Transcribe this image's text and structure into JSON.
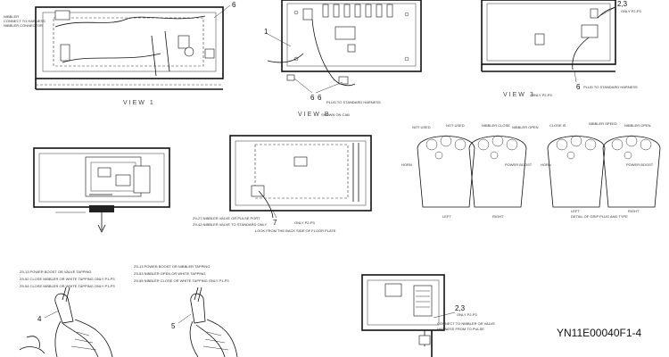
{
  "document_id": "YN11E00040F1-4",
  "views": {
    "top_left": {
      "title": "VIEW 1",
      "callouts": [
        "6"
      ],
      "notes": [
        "NIBBLER",
        "CONNECT TO HARNESS",
        "NIBBLER CONNECTOR"
      ]
    },
    "top_middle": {
      "title": "VIEW B",
      "callouts": [
        "1",
        "6",
        "6"
      ],
      "notes": [
        "PLUG TO STANDARD HARNESS",
        "SHOWN ON CAB"
      ]
    },
    "top_right": {
      "title": "VIEW 3",
      "callouts": [
        "2,3",
        "6"
      ],
      "notes": [
        "ONLY P2-P3",
        "ONLY P2-P3",
        "PLUG TO STANDARD HARNESS"
      ]
    },
    "middle_left": {
      "notes": [
        "Z9-27 NIBBLER VALVE OR PULSE PORT",
        "Z9-42 NIBBLER VALVE TO STANDARD ONLY"
      ]
    },
    "middle_center": {
      "callouts": [
        "7"
      ],
      "notes": [
        "ONLY P2-P3",
        "LOOK FROM THE BACK SIDE OF FLOOR PLATE"
      ]
    },
    "grips": {
      "labels": [
        "NOT USED",
        "NOT USED",
        "NIBBLER CLOSE",
        "NIBBLER OPEN",
        "HORN",
        "POWER BOOST",
        "LEFT",
        "RIGHT",
        "CLOSE IS",
        "NIBBLER SPEED",
        "NIBBLER OPEN",
        "POWER BOOST",
        "HORN",
        "LEFT",
        "RIGHT"
      ],
      "caption": "DETAIL OF GRIP PLUG AND TYPE"
    },
    "bottom_left": {
      "callouts": [
        "4",
        "5"
      ],
      "notes_left": [
        "Z9-13 POWER BOOST OR VALVE TAPPING",
        "Z9-52 CLOSE NIBBLER OR WHITE TAPPING ONLY P1-P3",
        "Z9-54 CLOSE NIBBLER OR WHITE TAPPING ONLY P1-P3"
      ],
      "notes_right": [
        "Z9-13 POWER BOOST OR NIBBLER TAPPING",
        "Z9-53 NIBBLER OPEN OR WHITE TAPPING",
        "Z9-55 NIBBLER CLOSE OR WHITE TAPPING ONLY P1-P3"
      ]
    },
    "bottom_center": {
      "callouts": [
        "2,3"
      ],
      "notes": [
        "ONLY P2-P3",
        "CONNECT TO NIBBLER OR VALVE",
        "HARNESS FROM TO PULSE"
      ]
    }
  }
}
